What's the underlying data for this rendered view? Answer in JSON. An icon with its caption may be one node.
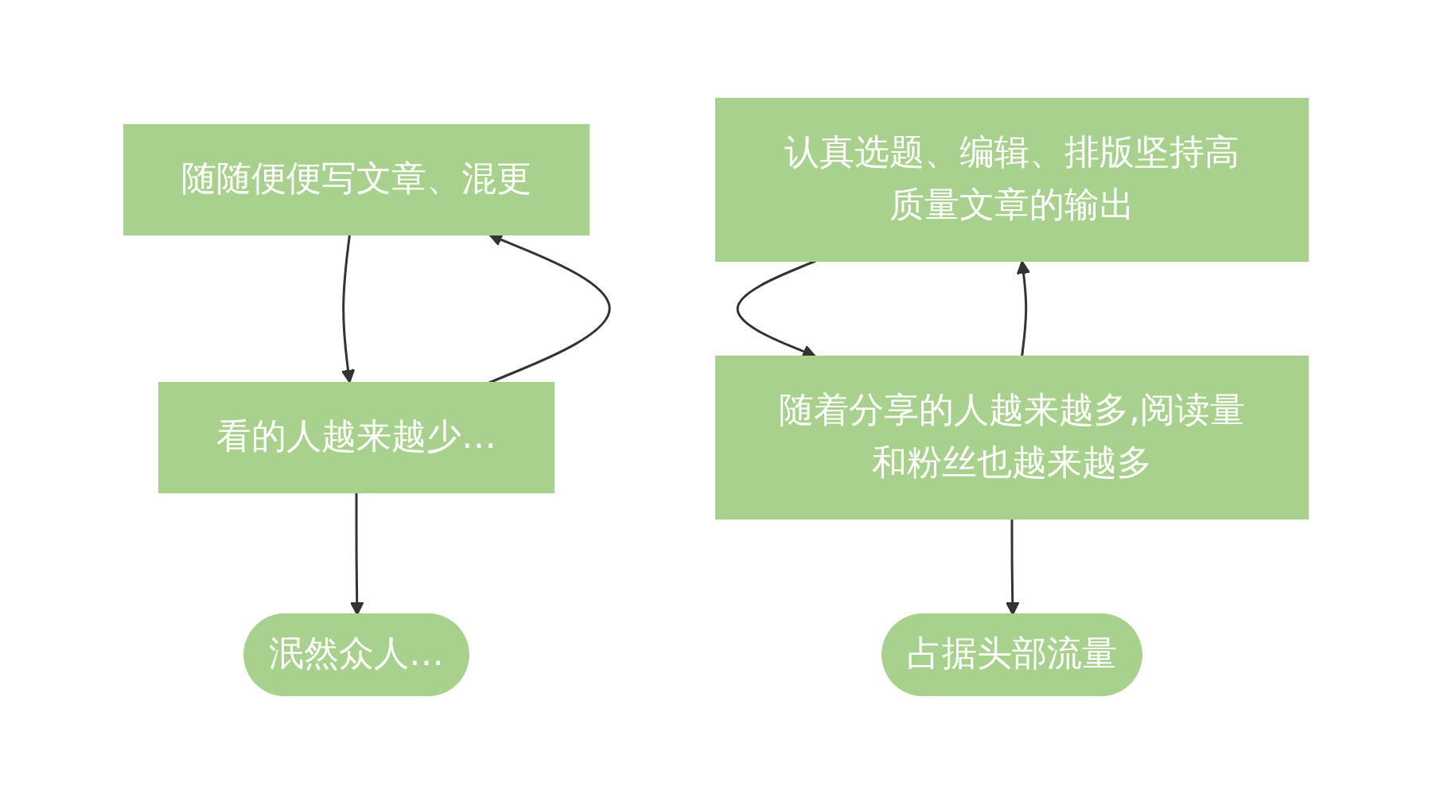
{
  "diagram": {
    "nodes": [
      {
        "text": [
          "随随便便写文章、混更"
        ]
      },
      {
        "text": [
          "看的人越来越少…"
        ]
      },
      {
        "text": [
          "泯然众人…"
        ]
      },
      {
        "text": [
          "认真选题、编辑、排版坚持高质量文章的输出"
        ]
      },
      {
        "text": [
          "随着分享的人越来越多,阅读量和粉丝也越来越多"
        ]
      },
      {
        "text": [
          "占据头部流量"
        ]
      }
    ],
    "edges": [
      {
        "from": 0,
        "to": 1,
        "arrow": "to"
      },
      {
        "from": 1,
        "to": 0,
        "arrow": "to"
      },
      {
        "from": 1,
        "to": 2,
        "arrow": "to"
      },
      {
        "from": 3,
        "to": 4,
        "arrow": "to"
      },
      {
        "from": 4,
        "to": 3,
        "arrow": "to"
      },
      {
        "from": 4,
        "to": 5,
        "arrow": "to"
      }
    ]
  }
}
